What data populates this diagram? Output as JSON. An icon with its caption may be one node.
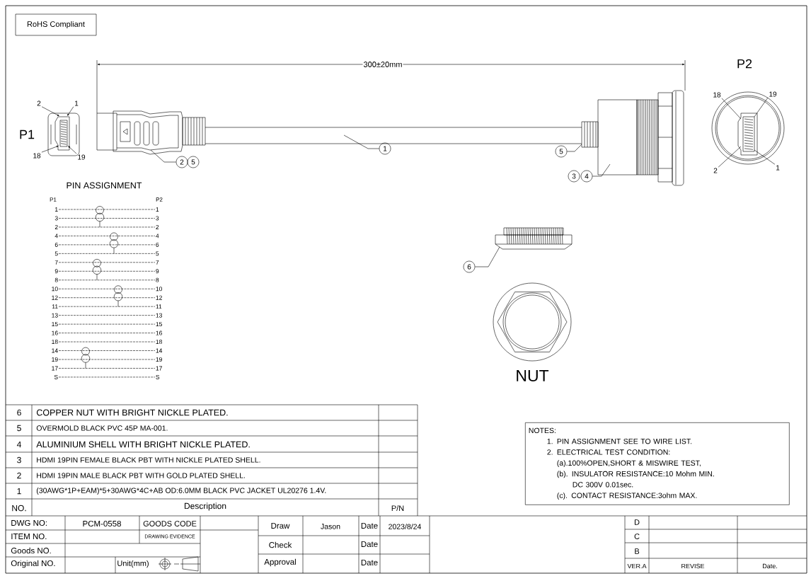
{
  "diagram": {
    "nodes": [
      {
        "text": [
          "RoHS Compliant"
        ]
      },
      {
        "text": [
          "2"
        ]
      },
      {
        "text": [
          "1"
        ]
      },
      {
        "text": [
          "18"
        ]
      },
      {
        "text": [
          "19"
        ]
      },
      {
        "text": [
          "18"
        ]
      },
      {
        "text": [
          "19"
        ]
      },
      {
        "text": [
          "2"
        ]
      },
      {
        "text": [
          "1"
        ]
      },
      {
        "text": [
          "2"
        ]
      },
      {
        "text": [
          "5"
        ]
      },
      {
        "text": [
          "1"
        ]
      },
      {
        "text": [
          "5"
        ]
      },
      {
        "text": [
          "3"
        ]
      },
      {
        "text": [
          "4"
        ]
      },
      {
        "text": [
          "6"
        ]
      },
      {
        "text": [
          "NOTES:",
          "1. PIN ASSIGNMENT SEE TO WIRE LIST.",
          "2. ELECTRICAL TEST CONDITION:",
          "(a).100%OPEN,SHORT & MISWIRE TEST,",
          "(b). INSULATOR RESISTANCE:10 Mohm MIN. DC 300V 0.01sec.",
          "(c). CONTACT RESISTANCE:3ohm MAX."
        ]
      },
      {
        "text": [
          "1"
        ]
      },
      {
        "text": [
          "1"
        ]
      },
      {
        "text": [
          "3"
        ]
      },
      {
        "text": [
          "3"
        ]
      },
      {
        "text": [
          "2"
        ]
      },
      {
        "text": [
          "2"
        ]
      },
      {
        "text": [
          "4"
        ]
      },
      {
        "text": [
          "4"
        ]
      },
      {
        "text": [
          "6"
        ]
      },
      {
        "text": [
          "6"
        ]
      },
      {
        "text": [
          "5"
        ]
      },
      {
        "text": [
          "5"
        ]
      },
      {
        "text": [
          "7"
        ]
      },
      {
        "text": [
          "7"
        ]
      },
      {
        "text": [
          "9"
        ]
      },
      {
        "text": [
          "9"
        ]
      },
      {
        "text": [
          "8"
        ]
      },
      {
        "text": [
          "8"
        ]
      },
      {
        "text": [
          "10"
        ]
      },
      {
        "text": [
          "10"
        ]
      },
      {
        "text": [
          "12"
        ]
      },
      {
        "text": [
          "12"
        ]
      },
      {
        "text": [
          "11"
        ]
      },
      {
        "text": [
          "11"
        ]
      },
      {
        "text": [
          "13"
        ]
      },
      {
        "text": [
          "13"
        ]
      },
      {
        "text": [
          "15"
        ]
      },
      {
        "text": [
          "15"
        ]
      },
      {
        "text": [
          "16"
        ]
      },
      {
        "text": [
          "16"
        ]
      },
      {
        "text": [
          "18"
        ]
      },
      {
        "text": [
          "18"
        ]
      },
      {
        "text": [
          "14"
        ]
      },
      {
        "text": [
          "14"
        ]
      },
      {
        "text": [
          "19"
        ]
      },
      {
        "text": [
          "19"
        ]
      },
      {
        "text": [
          "17"
        ]
      },
      {
        "text": [
          "17"
        ]
      },
      {
        "text": [
          "S"
        ]
      },
      {
        "text": [
          "S"
        ]
      }
    ],
    "edges": [
      {
        "from": 1,
        "to": null,
        "arrow": "to"
      },
      {
        "from": 2,
        "to": null,
        "arrow": "to"
      },
      {
        "from": 3,
        "to": null,
        "arrow": "to"
      },
      {
        "from": 4,
        "to": null,
        "arrow": "to"
      },
      {
        "from": 5,
        "to": null,
        "arrow": "none"
      },
      {
        "from": 6,
        "to": null,
        "arrow": "none"
      },
      {
        "from": 7,
        "to": null,
        "arrow": "none"
      },
      {
        "from": 8,
        "to": null,
        "arrow": "none"
      },
      {
        "from": 9,
        "to": null,
        "arrow": "none"
      },
      {
        "from": 11,
        "to": null,
        "arrow": "none"
      },
      {
        "from": 12,
        "to": null,
        "arrow": "none"
      },
      {
        "from": 14,
        "to": null,
        "arrow": "none"
      },
      {
        "from": 15,
        "to": null,
        "arrow": "none"
      },
      {
        "from": 17,
        "to": 18,
        "arrow": "none",
        "style": "dashed"
      },
      {
        "from": 19,
        "to": 20,
        "arrow": "none",
        "style": "dashed"
      },
      {
        "from": 21,
        "to": 22,
        "arrow": "none",
        "style": "dashed"
      },
      {
        "from": 23,
        "to": 24,
        "arrow": "none",
        "style": "dashed"
      },
      {
        "from": 25,
        "to": 26,
        "arrow": "none",
        "style": "dashed"
      },
      {
        "from": 27,
        "to": 28,
        "arrow": "none",
        "style": "dashed"
      },
      {
        "from": 29,
        "to": 30,
        "arrow": "none",
        "style": "dashed"
      },
      {
        "from": 31,
        "to": 32,
        "arrow": "none",
        "style": "dashed"
      },
      {
        "from": 33,
        "to": 34,
        "arrow": "none",
        "style": "dashed"
      },
      {
        "from": 35,
        "to": 36,
        "arrow": "none",
        "style": "dashed"
      },
      {
        "from": 37,
        "to": 38,
        "arrow": "none",
        "style": "dashed"
      },
      {
        "from": 39,
        "to": 40,
        "arrow": "none",
        "style": "dashed"
      },
      {
        "from": 41,
        "to": 42,
        "arrow": "none",
        "style": "dashed"
      },
      {
        "from": 43,
        "to": 44,
        "arrow": "none",
        "style": "dashed"
      },
      {
        "from": 45,
        "to": 46,
        "arrow": "none",
        "style": "dashed"
      },
      {
        "from": 47,
        "to": 48,
        "arrow": "none",
        "style": "dashed"
      },
      {
        "from": 49,
        "to": 50,
        "arrow": "none",
        "style": "dashed"
      },
      {
        "from": 51,
        "to": 52,
        "arrow": "none",
        "style": "dashed"
      },
      {
        "from": 53,
        "to": 54,
        "arrow": "none",
        "style": "dashed"
      },
      {
        "from": 55,
        "to": 56,
        "arrow": "none",
        "style": "dashed"
      }
    ],
    "labels": [
      "300±20mm",
      "P1",
      "P2",
      "PIN ASSIGNMENT",
      "P1",
      "P2",
      "NUT",
      "6",
      "COPPER NUT WITH BRIGHT NICKLE PLATED.",
      "5",
      "OVERMOLD BLACK PVC 45P MA-001.",
      "4",
      "ALUMINIUM SHELL WITH BRIGHT NICKLE PLATED.",
      "3",
      "HDMI 19PIN FEMALE BLACK PBT WITH NICKLE PLATED SHELL.",
      "2",
      "HDMI 19PIN MALE BLACK PBT WITH GOLD PLATED SHELL.",
      "1",
      "(30AWG*1P+EAM)*5+30AWG*4C+AB OD:6.0MM BLACK PVC JACKET UL20276 1.4V.",
      "NO.",
      "Description",
      "P/N",
      "DWG NO:",
      "PCM-0558",
      "GOODS CODE",
      "Draw",
      "Jason",
      "Date",
      "2023/8/24",
      "D",
      "ITEM NO.",
      "DRAWING EVIDENCE",
      "C",
      "Check",
      "Date",
      "Goods NO.",
      "B",
      "Original NO.",
      "Unit(mm)",
      "Approval",
      "Date",
      "VER.A",
      "REVISE",
      "Date."
    ]
  }
}
